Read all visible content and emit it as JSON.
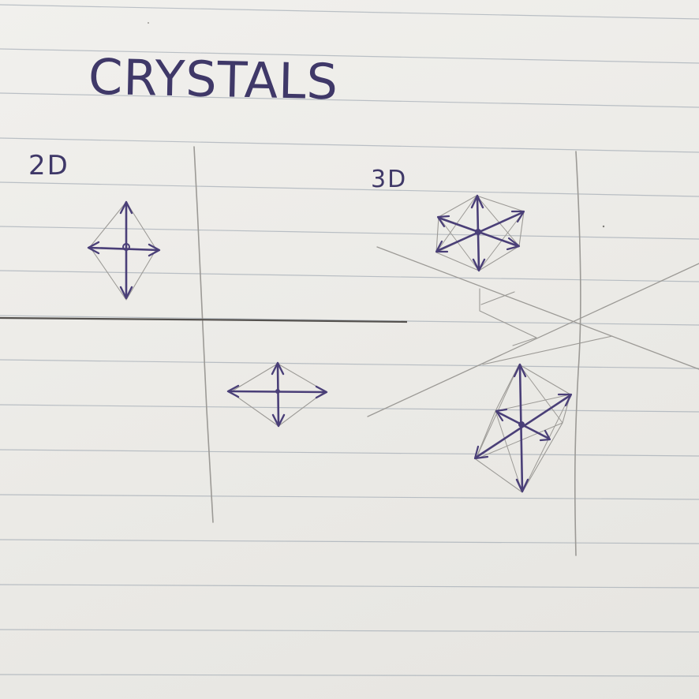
{
  "title": "CRYSTALS",
  "labels": {
    "two_d": "2D",
    "three_d": "3D"
  },
  "colors": {
    "paper": "#ecebe8",
    "ink": "#4a3f78",
    "pencil": "#9c9a96",
    "ruled_line": "#8e99a6"
  }
}
